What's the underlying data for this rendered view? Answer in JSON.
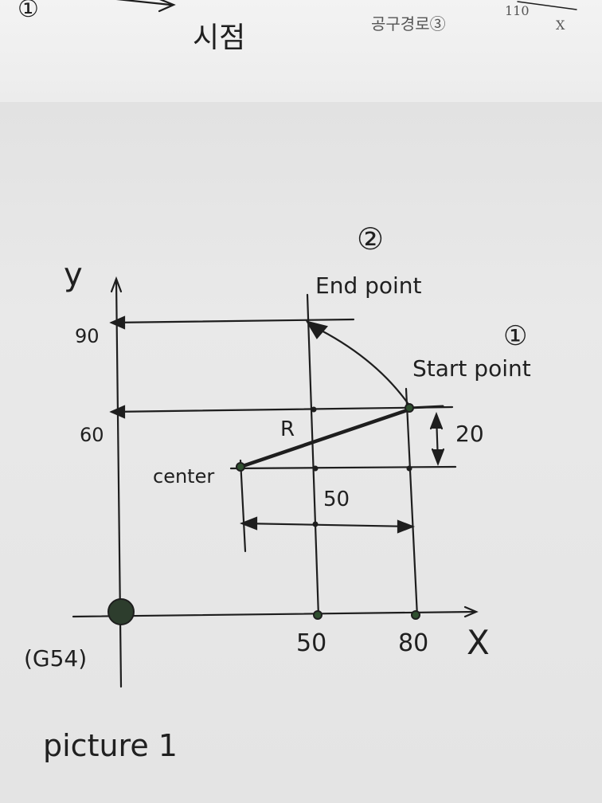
{
  "top_strip": {
    "circled_one": "①",
    "korean_word": "시점",
    "korean_path": "공구경로③",
    "number": "110",
    "axis_letter": "X"
  },
  "diagram": {
    "marker_two": "②",
    "end_point_label": "End point",
    "marker_one": "①",
    "start_point_label": "Start point",
    "y_axis_label": "y",
    "x_axis_label": "X",
    "y_tick_90": "90",
    "y_tick_60": "60",
    "x_tick_50": "50",
    "x_tick_80": "80",
    "radius_label": "R",
    "center_label": "center",
    "dim_vertical": "20",
    "dim_horizontal": "50",
    "origin_label": "(G54)",
    "caption": "picture 1"
  },
  "colors": {
    "ink": "#1e1e1e",
    "paper": "#e9e9e9",
    "point_fill": "#2f4f2f"
  }
}
